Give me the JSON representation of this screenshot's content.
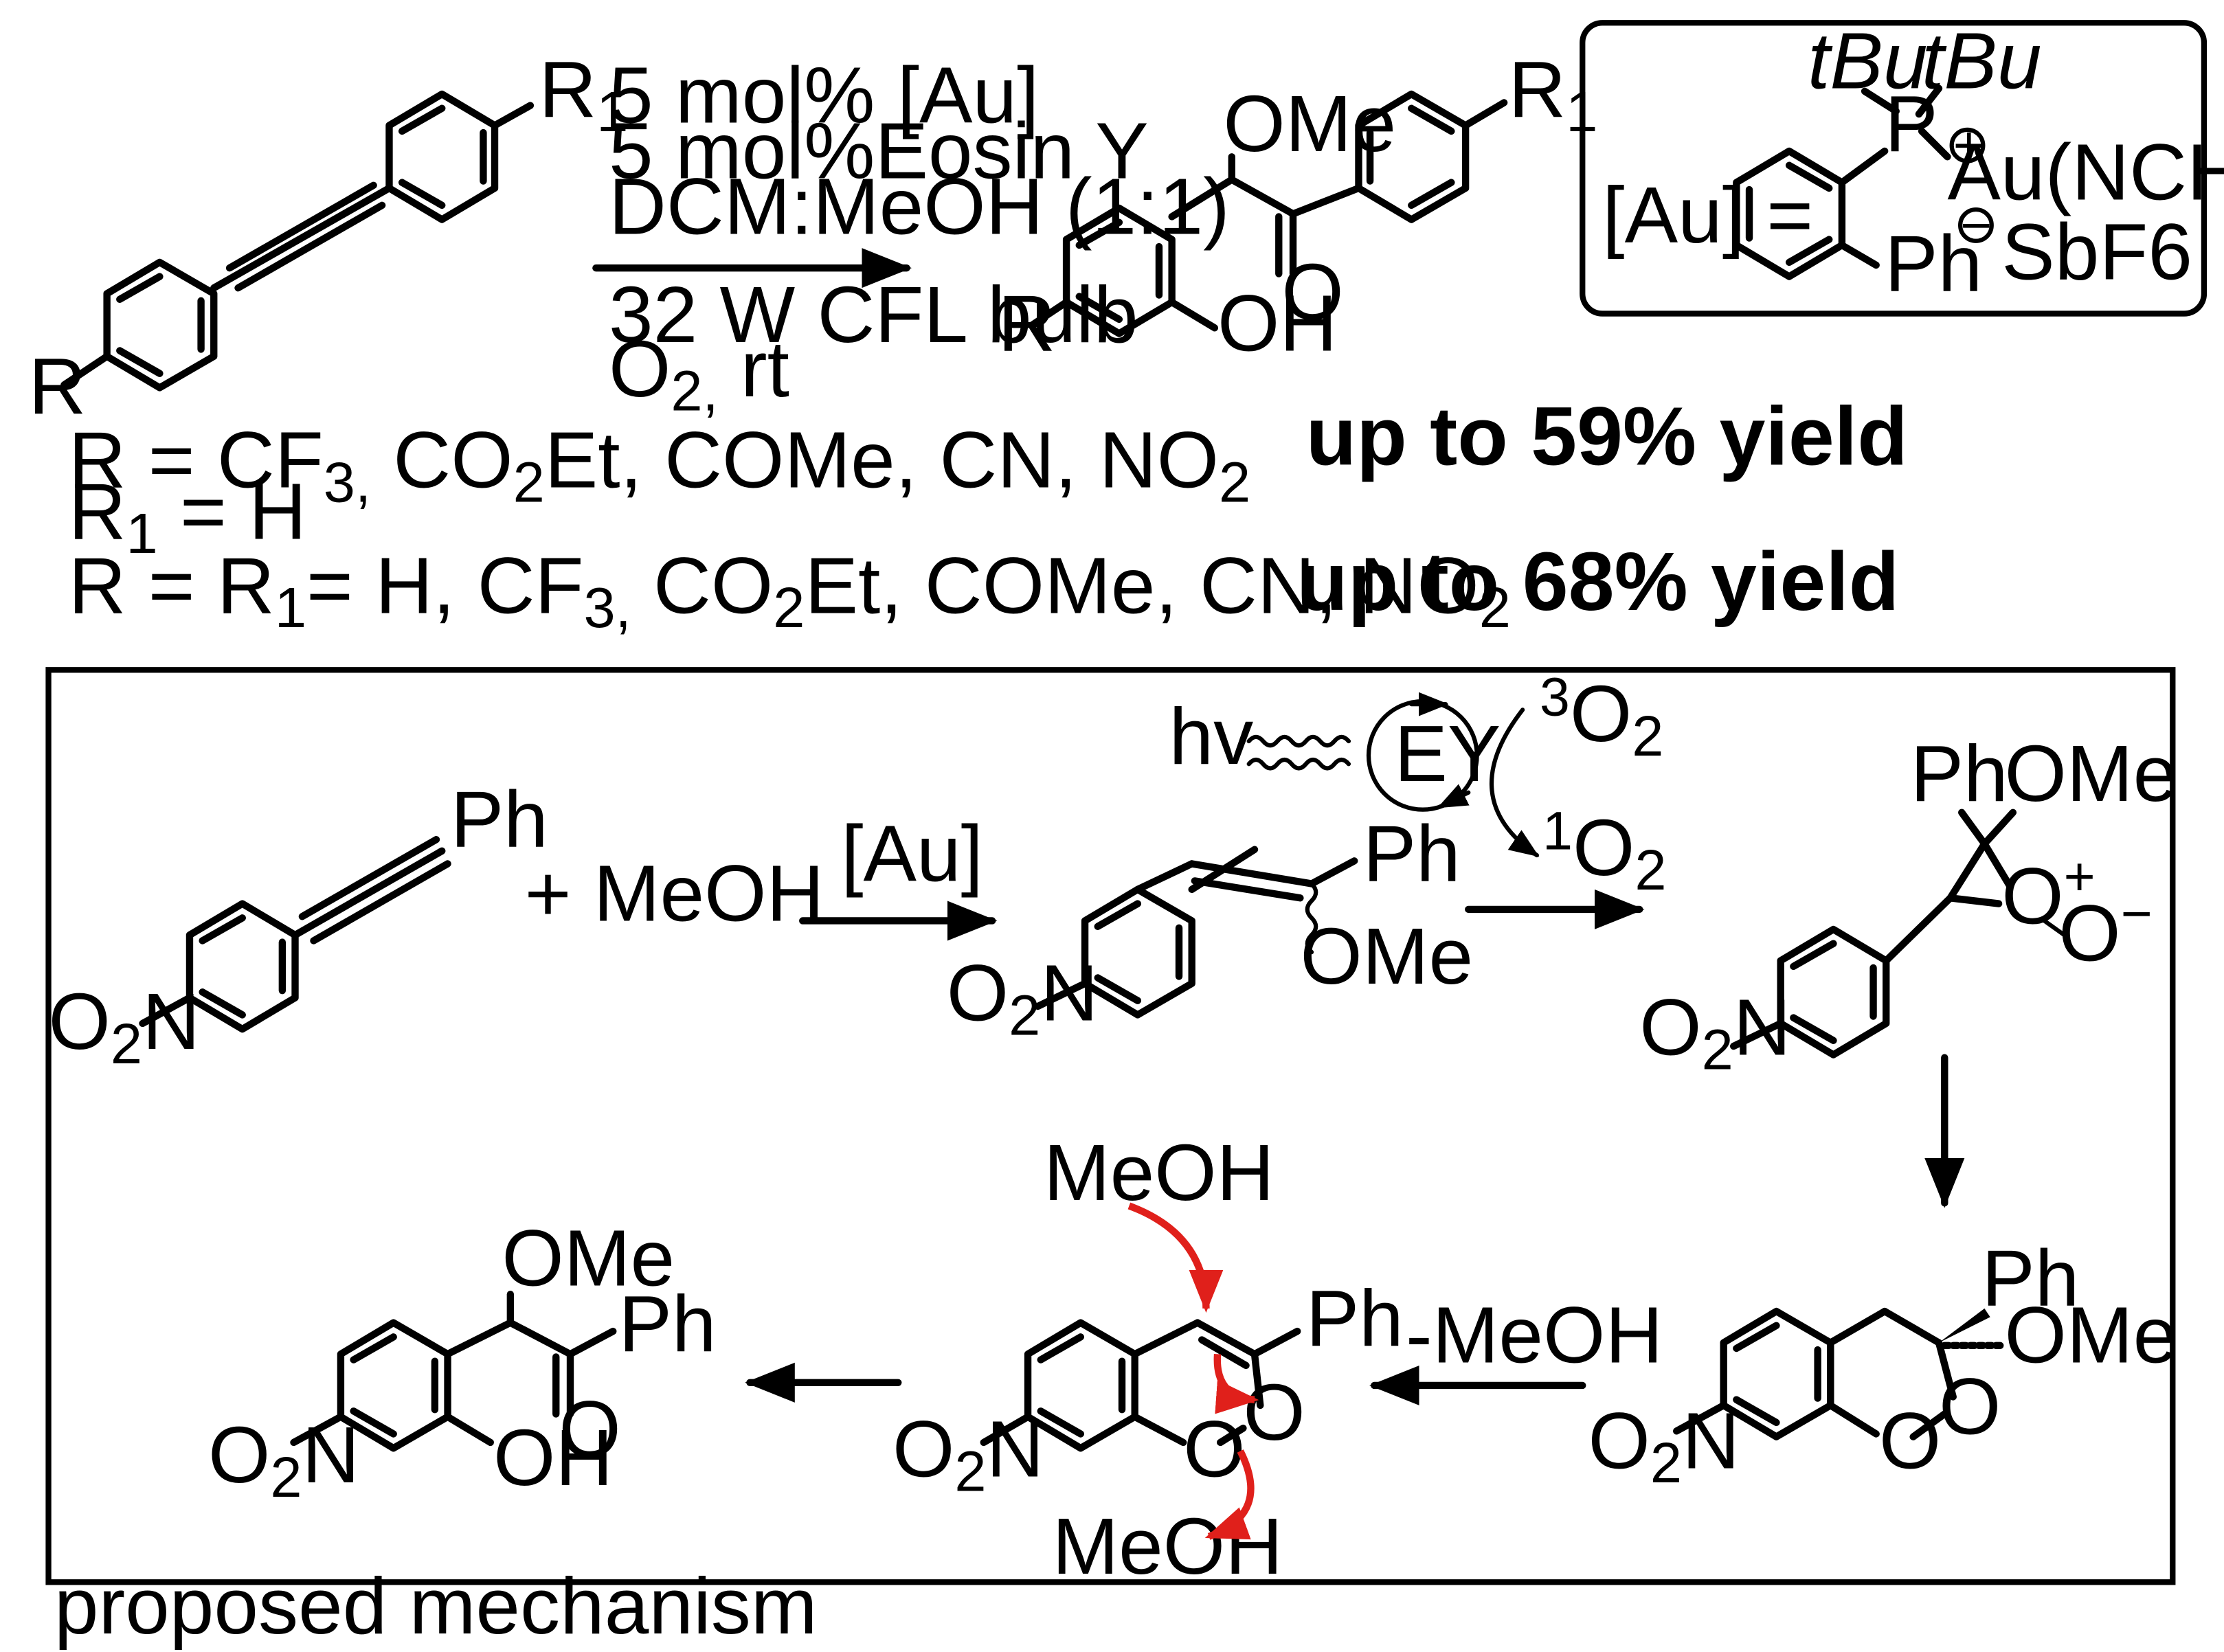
{
  "conditions": {
    "line1": "5 mol% [Au]",
    "line2": "5 mol%Eosin Y",
    "line3": "DCM:MeOH (1:1)",
    "line4": "32 W CFL bulb",
    "line5_O": "O",
    "line5_sub": "2,",
    "line5_rest": " rt"
  },
  "catalyst": {
    "label": "[Au] =",
    "tBu_left": "tBu",
    "tBu_right": "tBu",
    "P": "P",
    "plus": "+",
    "Au": "Au(NCHMe)",
    "minus": "−",
    "SbF6": "SbF6",
    "Ph": "Ph"
  },
  "substrate": {
    "R": "R",
    "R1": "R",
    "R1_sub": "1"
  },
  "product": {
    "OMe": "OMe",
    "O": "O",
    "OH": "OH",
    "R": "R",
    "R1": "R",
    "R1_sub": "1"
  },
  "scope": {
    "row1": [
      "R = CF",
      "3,",
      " CO",
      "2",
      "Et, COMe, CN, NO",
      "2"
    ],
    "row2": [
      "R",
      "1",
      " = H"
    ],
    "row3": [
      "R = R",
      "1",
      "= H, CF",
      "3,",
      " CO",
      "2",
      "Et, COMe, CN, NO",
      "2"
    ],
    "yield1": "up to 59% yield",
    "yield2": "up to 68% yield"
  },
  "mechanism": {
    "caption": "proposed mechanism",
    "s1": {
      "Ph": "Ph",
      "plus_meoh": "+ MeOH",
      "O2N": [
        "O",
        "2",
        "N"
      ]
    },
    "arrow1_label": "[Au]",
    "s2": {
      "Ph": "Ph",
      "OMe": "OMe",
      "O2N": [
        "O",
        "2",
        "N"
      ]
    },
    "photo": {
      "hv": "hv",
      "EY": "EY",
      "triplet_O2": [
        "3",
        "O",
        "2"
      ],
      "singlet_O2": [
        "1",
        "O",
        "2"
      ]
    },
    "s3": {
      "Ph": "Ph",
      "OMe": "OMe",
      "O_plus": "O",
      "plus": "+",
      "O_minus": "O",
      "minus": "−",
      "O2N": [
        "O",
        "2",
        "N"
      ]
    },
    "s4": {
      "Ph": "Ph",
      "OMe": "OMe",
      "O1": "O",
      "O2": "O",
      "O2N": [
        "O",
        "2",
        "N"
      ]
    },
    "arrow_minus_meoh": "-MeOH",
    "s5": {
      "Ph": "Ph",
      "O1": "O",
      "O2": "O",
      "meoh_top": "MeOH",
      "meoh_bottom": "MeOH",
      "O2N": [
        "O",
        "2",
        "N"
      ]
    },
    "s6": {
      "OMe": "OMe",
      "Ph": "Ph",
      "O": "O",
      "OH": "OH",
      "O2N": [
        "O",
        "2",
        "N"
      ]
    }
  },
  "colors": {
    "arrow_push": "#e0201b",
    "ink": "#000000"
  }
}
